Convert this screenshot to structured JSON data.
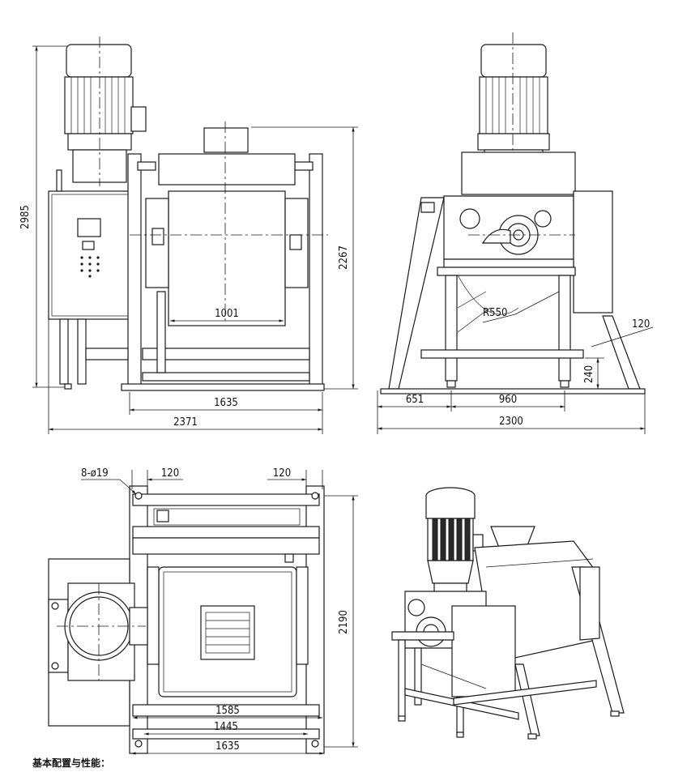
{
  "views": {
    "front": {
      "dims": {
        "height_total": "2985",
        "height_frame": "2267",
        "trough_width": "1001",
        "frame_width": "1635",
        "total_width": "2371"
      }
    },
    "side": {
      "dims": {
        "radius": "R550",
        "foot_offset": "651",
        "leg_span": "960",
        "total_width": "2300",
        "leg_splay": "120",
        "leg_height": "240"
      }
    },
    "top": {
      "dims": {
        "holes": "8-ø19",
        "offset_left": "120",
        "offset_right": "120",
        "depth": "2190",
        "inner_1585": "1585",
        "inner_1445": "1445",
        "frame_width": "1635"
      }
    }
  },
  "footer": {
    "note": "基本配置与性能："
  }
}
